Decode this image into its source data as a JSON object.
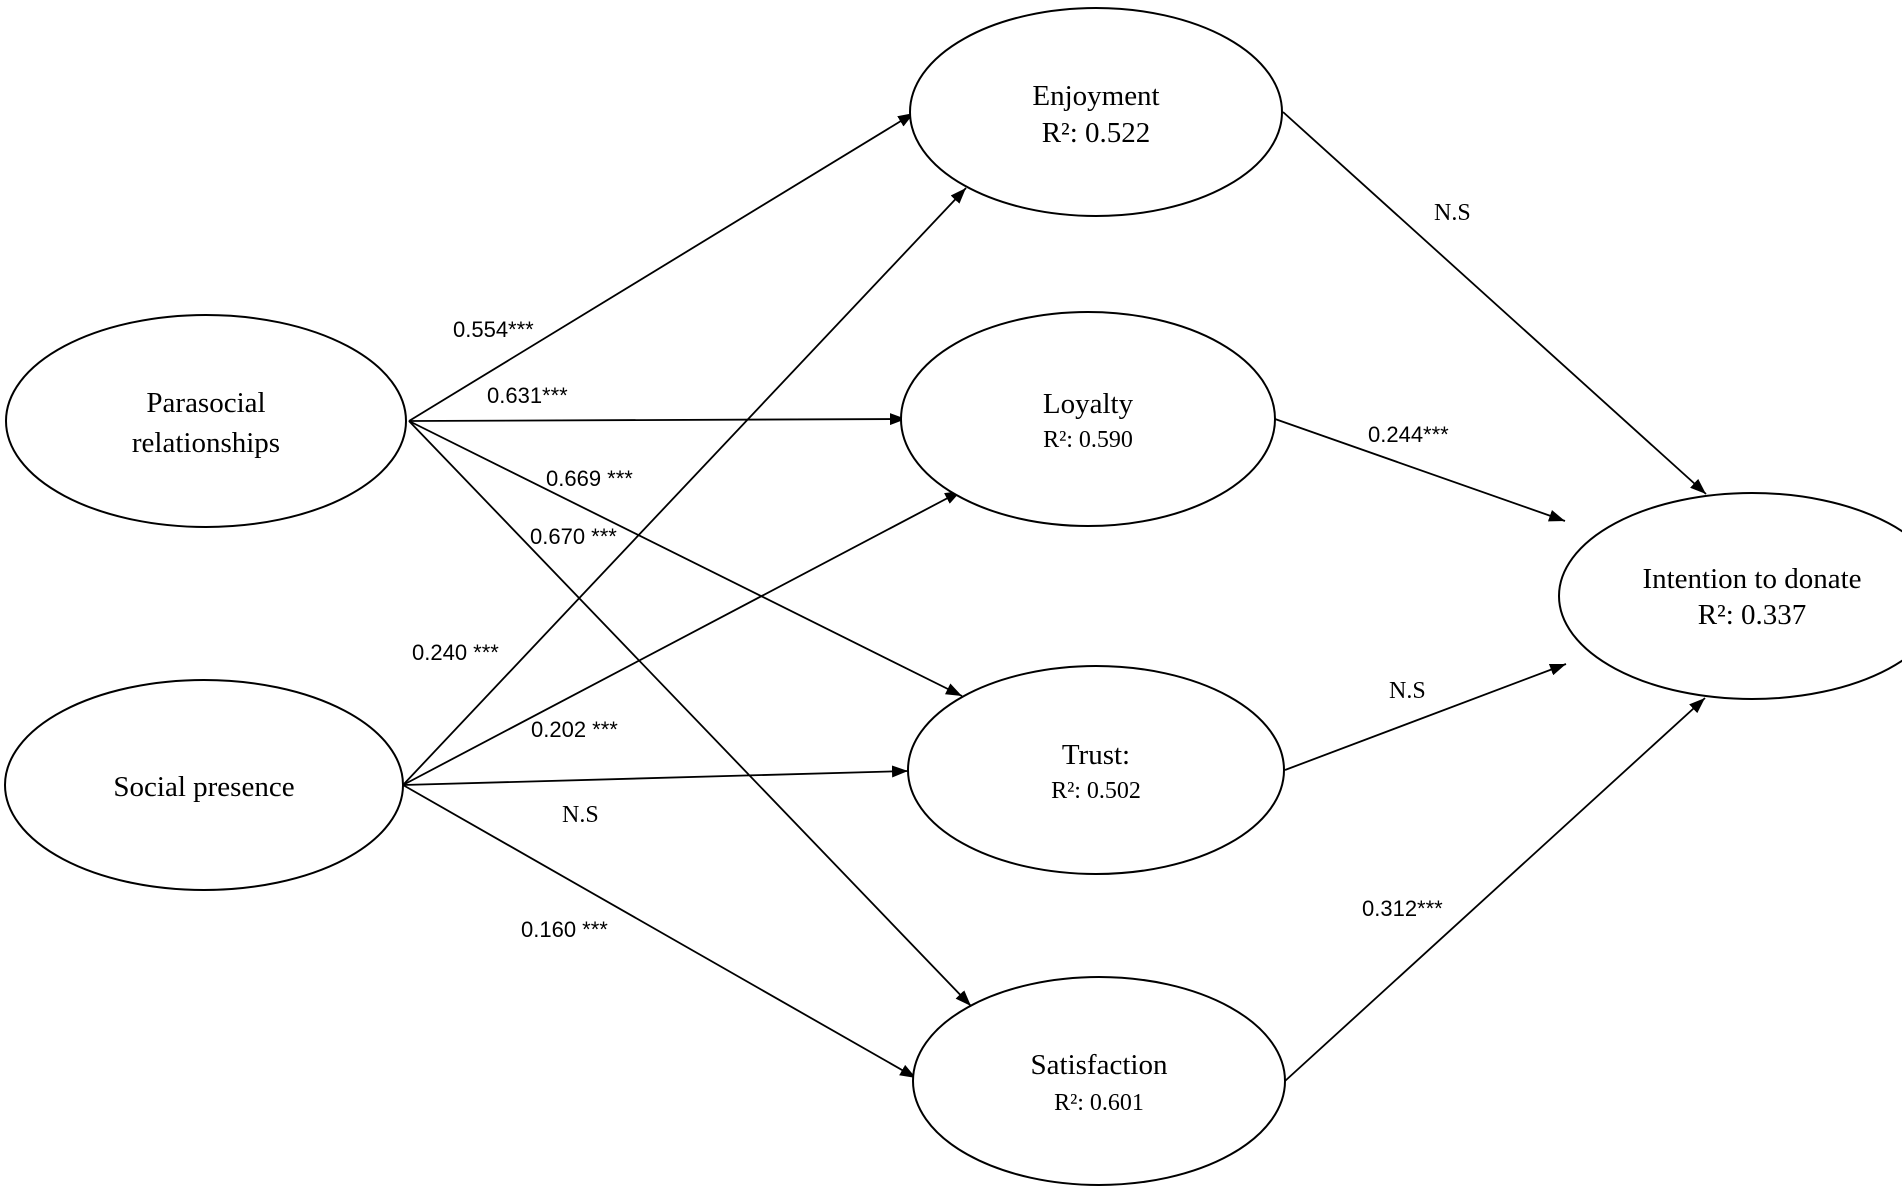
{
  "nodes": {
    "parasocial": {
      "line1": "Parasocial",
      "line2": "relationships"
    },
    "social_presence": {
      "line1": "Social presence"
    },
    "enjoyment": {
      "line1": "Enjoyment",
      "line2": "R²: 0.522"
    },
    "loyalty": {
      "line1": "Loyalty",
      "line2": "R²: 0.590"
    },
    "trust": {
      "line1": "Trust:",
      "line2": "R²: 0.502"
    },
    "satisfaction": {
      "line1": "Satisfaction",
      "line2": "R²:  0.601"
    },
    "intention": {
      "line1": "Intention to donate",
      "line2": "R²: 0.337"
    }
  },
  "edges": {
    "parasocial_enjoyment": "0.554***",
    "parasocial_loyalty": "0.631***",
    "parasocial_trust": "0.669 ***",
    "parasocial_satisfaction": "0.670 ***",
    "social_enjoyment": "0.240 ***",
    "social_loyalty": "0.202 ***",
    "social_trust": "N.S",
    "social_satisfaction": "0.160 ***",
    "enjoyment_intention": "N.S",
    "loyalty_intention": "0.244***",
    "trust_intention": "N.S",
    "satisfaction_intention": "0.312***"
  }
}
